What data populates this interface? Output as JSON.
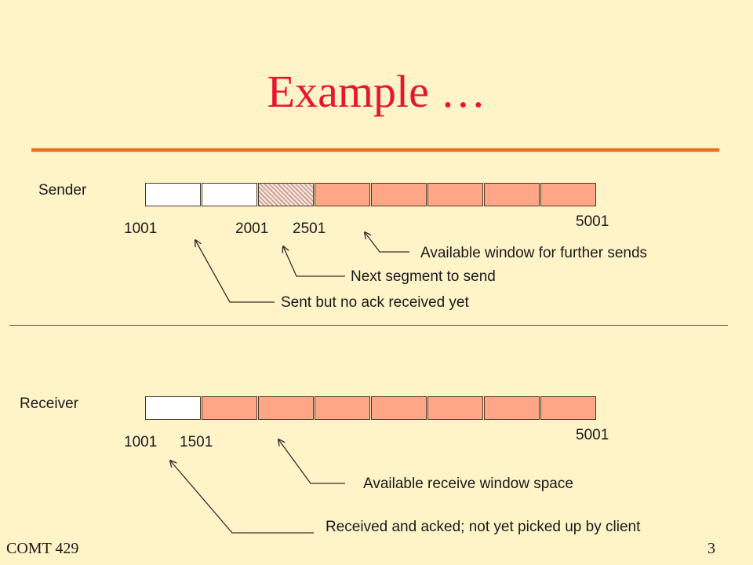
{
  "slide": {
    "title": "Example …",
    "footer_left": "COMT 429",
    "page_number": "3"
  },
  "sender": {
    "label": "Sender",
    "buffer": [
      "empty",
      "empty",
      "hatched",
      "available",
      "available",
      "available",
      "available",
      "available"
    ],
    "seq_labels": [
      "1001",
      "2001",
      "2501",
      "5001"
    ],
    "annotations": {
      "available": "Available window for further sends",
      "next": "Next segment to send",
      "sent": "Sent but no ack received yet"
    }
  },
  "receiver": {
    "label": "Receiver",
    "buffer": [
      "empty",
      "available",
      "available",
      "available",
      "available",
      "available",
      "available",
      "available"
    ],
    "seq_labels": [
      "1001",
      "1501",
      "5001"
    ],
    "annotations": {
      "available": "Available receive window space",
      "received": "Received and acked; not yet picked up by client"
    }
  },
  "colors": {
    "background": "#FFF3C8",
    "title": "#E8162C",
    "rule": "#E8711E",
    "available_cell": "#FFA687"
  }
}
